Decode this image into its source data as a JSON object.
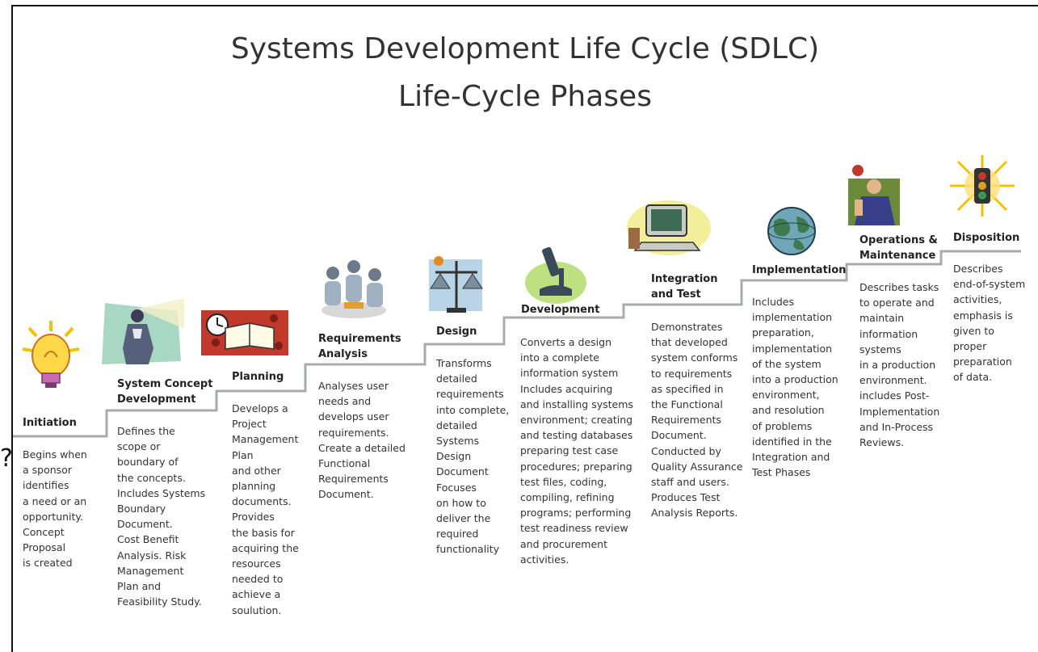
{
  "title": {
    "line1": "Systems Development Life Cycle (SDLC)",
    "line2": "Life-Cycle Phases"
  },
  "stray_mark": "?",
  "phases": [
    {
      "name": [
        "Initiation"
      ],
      "icon": "lightbulb-icon",
      "desc": [
        "Begins when",
        "a sponsor",
        "identifies",
        "a need or an",
        "opportunity.",
        "Concept",
        "Proposal",
        "is created"
      ]
    },
    {
      "name": [
        "System Concept",
        "Development"
      ],
      "icon": "businessman-icon",
      "desc": [
        "Defines the",
        "scope or",
        "boundary of",
        "the concepts.",
        "Includes Systems",
        "Boundary",
        "Document.",
        "Cost Benefit",
        "Analysis. Risk",
        "Management",
        "Plan and",
        "Feasibility Study."
      ]
    },
    {
      "name": [
        "Planning"
      ],
      "icon": "book-clock-icon",
      "desc": [
        "Develops a",
        "Project",
        "Management",
        "Plan",
        "and other",
        "planning",
        "documents.",
        "Provides",
        "the basis for",
        "acquiring the",
        "resources",
        "needed to",
        "achieve a",
        "soulution."
      ]
    },
    {
      "name": [
        "Requirements",
        "Analysis"
      ],
      "icon": "people-meeting-icon",
      "desc": [
        "Analyses user",
        "needs and",
        "develops user",
        "requirements.",
        "Create a detailed",
        "Functional",
        "Requirements",
        "Document."
      ]
    },
    {
      "name": [
        "Design"
      ],
      "icon": "scales-icon",
      "desc": [
        "Transforms",
        "detailed",
        "requirements",
        "into complete,",
        "detailed",
        "Systems",
        "Design",
        "Document",
        "Focuses",
        "on how to",
        "deliver the",
        "required",
        "functionality"
      ]
    },
    {
      "name": [
        "Development"
      ],
      "icon": "microscope-icon",
      "desc": [
        "Converts a design",
        "into a complete",
        "information system",
        "Includes acquiring",
        "and installing systems",
        "environment; creating",
        "and testing databases",
        "preparing test case",
        "procedures; preparing",
        "test files, coding,",
        "compiling, refining",
        "programs; performing",
        "test readiness review",
        "and procurement",
        "activities."
      ]
    },
    {
      "name": [
        "Integration",
        "and Test"
      ],
      "icon": "computer-icon",
      "desc": [
        "Demonstrates",
        "that developed",
        "system conforms",
        "to requirements",
        "as specified in",
        "the Functional",
        "Requirements",
        "Document.",
        "Conducted by",
        "Quality Assurance",
        "staff and users.",
        "Produces Test",
        "Analysis Reports."
      ]
    },
    {
      "name": [
        "Implementation"
      ],
      "icon": "globe-icon",
      "desc": [
        "Includes",
        "implementation",
        "preparation,",
        "implementation",
        "of the system",
        "into a production",
        "environment,",
        "and resolution",
        "of problems",
        "identified in the",
        "Integration and",
        "Test Phases"
      ]
    },
    {
      "name": [
        "Operations &",
        "Maintenance"
      ],
      "icon": "worker-icon",
      "desc": [
        "Describes tasks",
        "to operate and",
        "maintain",
        "information",
        "systems",
        "in a production",
        "environment.",
        "includes Post-",
        "Implementation",
        "and In-Process",
        "Reviews."
      ]
    },
    {
      "name": [
        "Disposition"
      ],
      "icon": "traffic-light-icon",
      "desc": [
        "Describes",
        "end-of-system",
        "activities,",
        "emphasis is",
        "given to",
        "proper",
        "preparation",
        "of data."
      ]
    }
  ],
  "colors": {
    "step_line": "#a8acb0",
    "text": "#333333",
    "title": "#333333"
  }
}
